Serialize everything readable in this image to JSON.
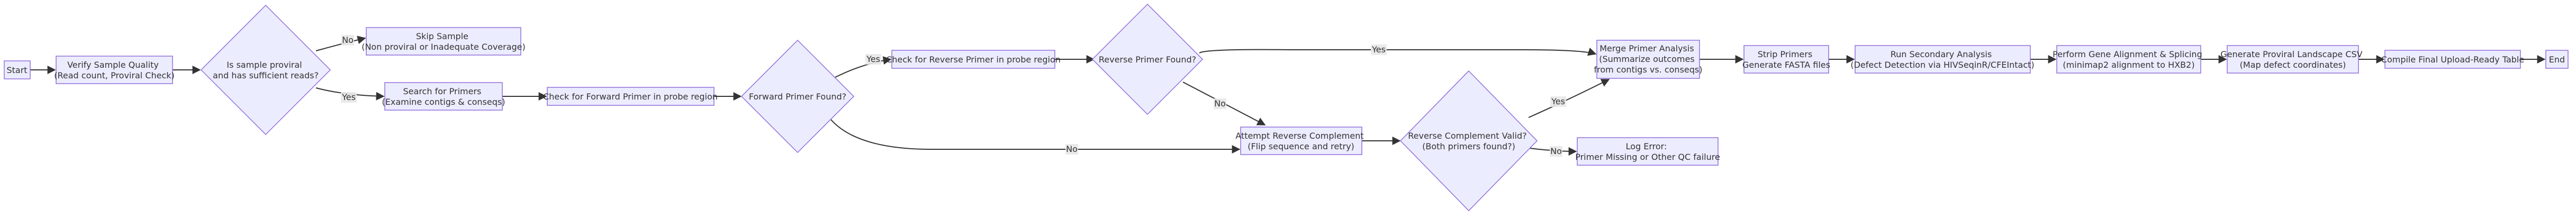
{
  "nodes": {
    "start": [
      "Start"
    ],
    "verify": [
      "Verify Sample Quality",
      "(Read count, Proviral Check)"
    ],
    "q_proviral": [
      "Is sample proviral",
      "and has sufficient reads?"
    ],
    "skip": [
      "Skip Sample",
      "(Non proviral or Inadequate Coverage)"
    ],
    "search": [
      "Search for Primers",
      "(Examine contigs & conseqs)"
    ],
    "check_fwd": [
      "Check for Forward Primer in probe region"
    ],
    "q_fwd": [
      "Forward Primer Found?"
    ],
    "check_rev": [
      "Check for Reverse Primer in probe region"
    ],
    "q_rev": [
      "Reverse Primer Found?"
    ],
    "attempt_rc": [
      "Attempt Reverse Complement",
      "(Flip sequence and retry)"
    ],
    "q_rc": [
      "Reverse Complement Valid?",
      "(Both primers found?)"
    ],
    "log_error": [
      "Log Error:",
      "Primer Missing or Other QC failure"
    ],
    "merge": [
      "Merge Primer Analysis",
      "(Summarize outcomes",
      "from contigs vs. conseqs)"
    ],
    "strip": [
      "Strip Primers",
      "Generate FASTA files"
    ],
    "secondary": [
      "Run Secondary Analysis",
      "(Defect Detection via HIVSeqinR/CFEIntact)"
    ],
    "align": [
      "Perform Gene Alignment & Splicing",
      "(minimap2 alignment to HXB2)"
    ],
    "landscape": [
      "Generate Proviral Landscape CSV",
      "(Map defect coordinates)"
    ],
    "compile": [
      "Compile Final Upload-Ready Table"
    ],
    "end": [
      "End"
    ]
  },
  "edges": {
    "no": "No",
    "yes": "Yes"
  },
  "colors": {
    "node_fill": "#ECECFF",
    "node_stroke": "#9370DB",
    "edge": "#333333",
    "label_bg": "#E8E8E8"
  }
}
